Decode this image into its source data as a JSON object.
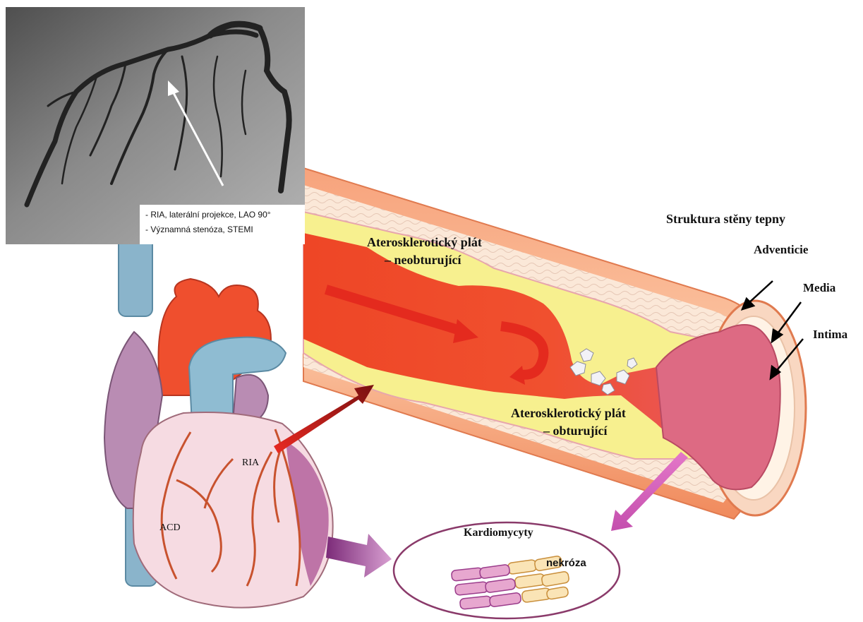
{
  "angiogram": {
    "caption_line1": "- RIA, laterální projekce, LAO 90°",
    "caption_line2": "- Významná stenóza, STEMI"
  },
  "artery": {
    "title": "Struktura stěny tepny",
    "layers": [
      "Adventicie",
      "Media",
      "Intima"
    ],
    "plaque_nonobstructive": [
      "Aterosklerotický plát",
      "– neobturující"
    ],
    "plaque_obstructive": [
      "Aterosklerotický plát",
      "– obturující"
    ]
  },
  "heart": {
    "labels": [
      "RIA",
      "ACD"
    ]
  },
  "cardiomyocytes": {
    "title": "Kardiomycyty",
    "necrosis": "nekróza"
  },
  "colors": {
    "adventitia": "#f4a582",
    "media_yellow": "#f6ee9a",
    "lumen_red": "#ef4a2c",
    "intima_pink": "#e3738a",
    "arrow_red": "#d8201e",
    "arrow_purple": "#9b3d8c",
    "ellipse_border": "#8a3a6a"
  }
}
